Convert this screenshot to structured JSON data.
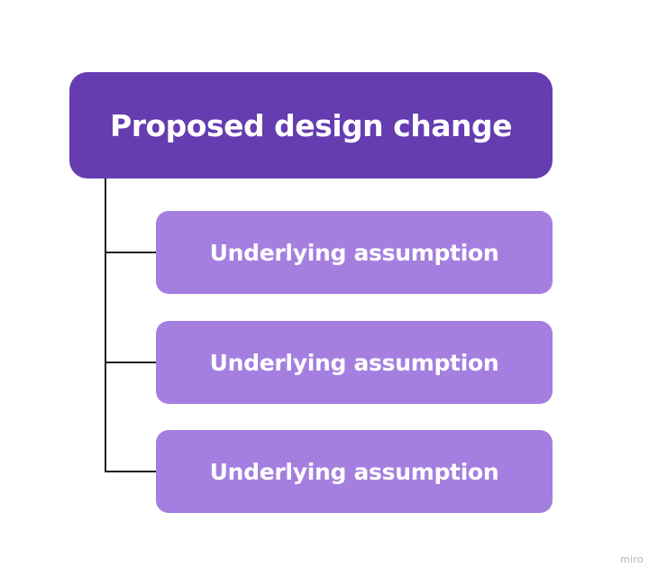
{
  "colors": {
    "root_fill": "#653db0",
    "child_fill": "#a47fe0",
    "connector": "#1f1f1f",
    "text": "#ffffff"
  },
  "diagram": {
    "root": {
      "label": "Proposed design change"
    },
    "children": [
      {
        "label": "Underlying assumption"
      },
      {
        "label": "Underlying assumption"
      },
      {
        "label": "Underlying assumption"
      }
    ]
  },
  "watermark": {
    "text": "miro"
  }
}
